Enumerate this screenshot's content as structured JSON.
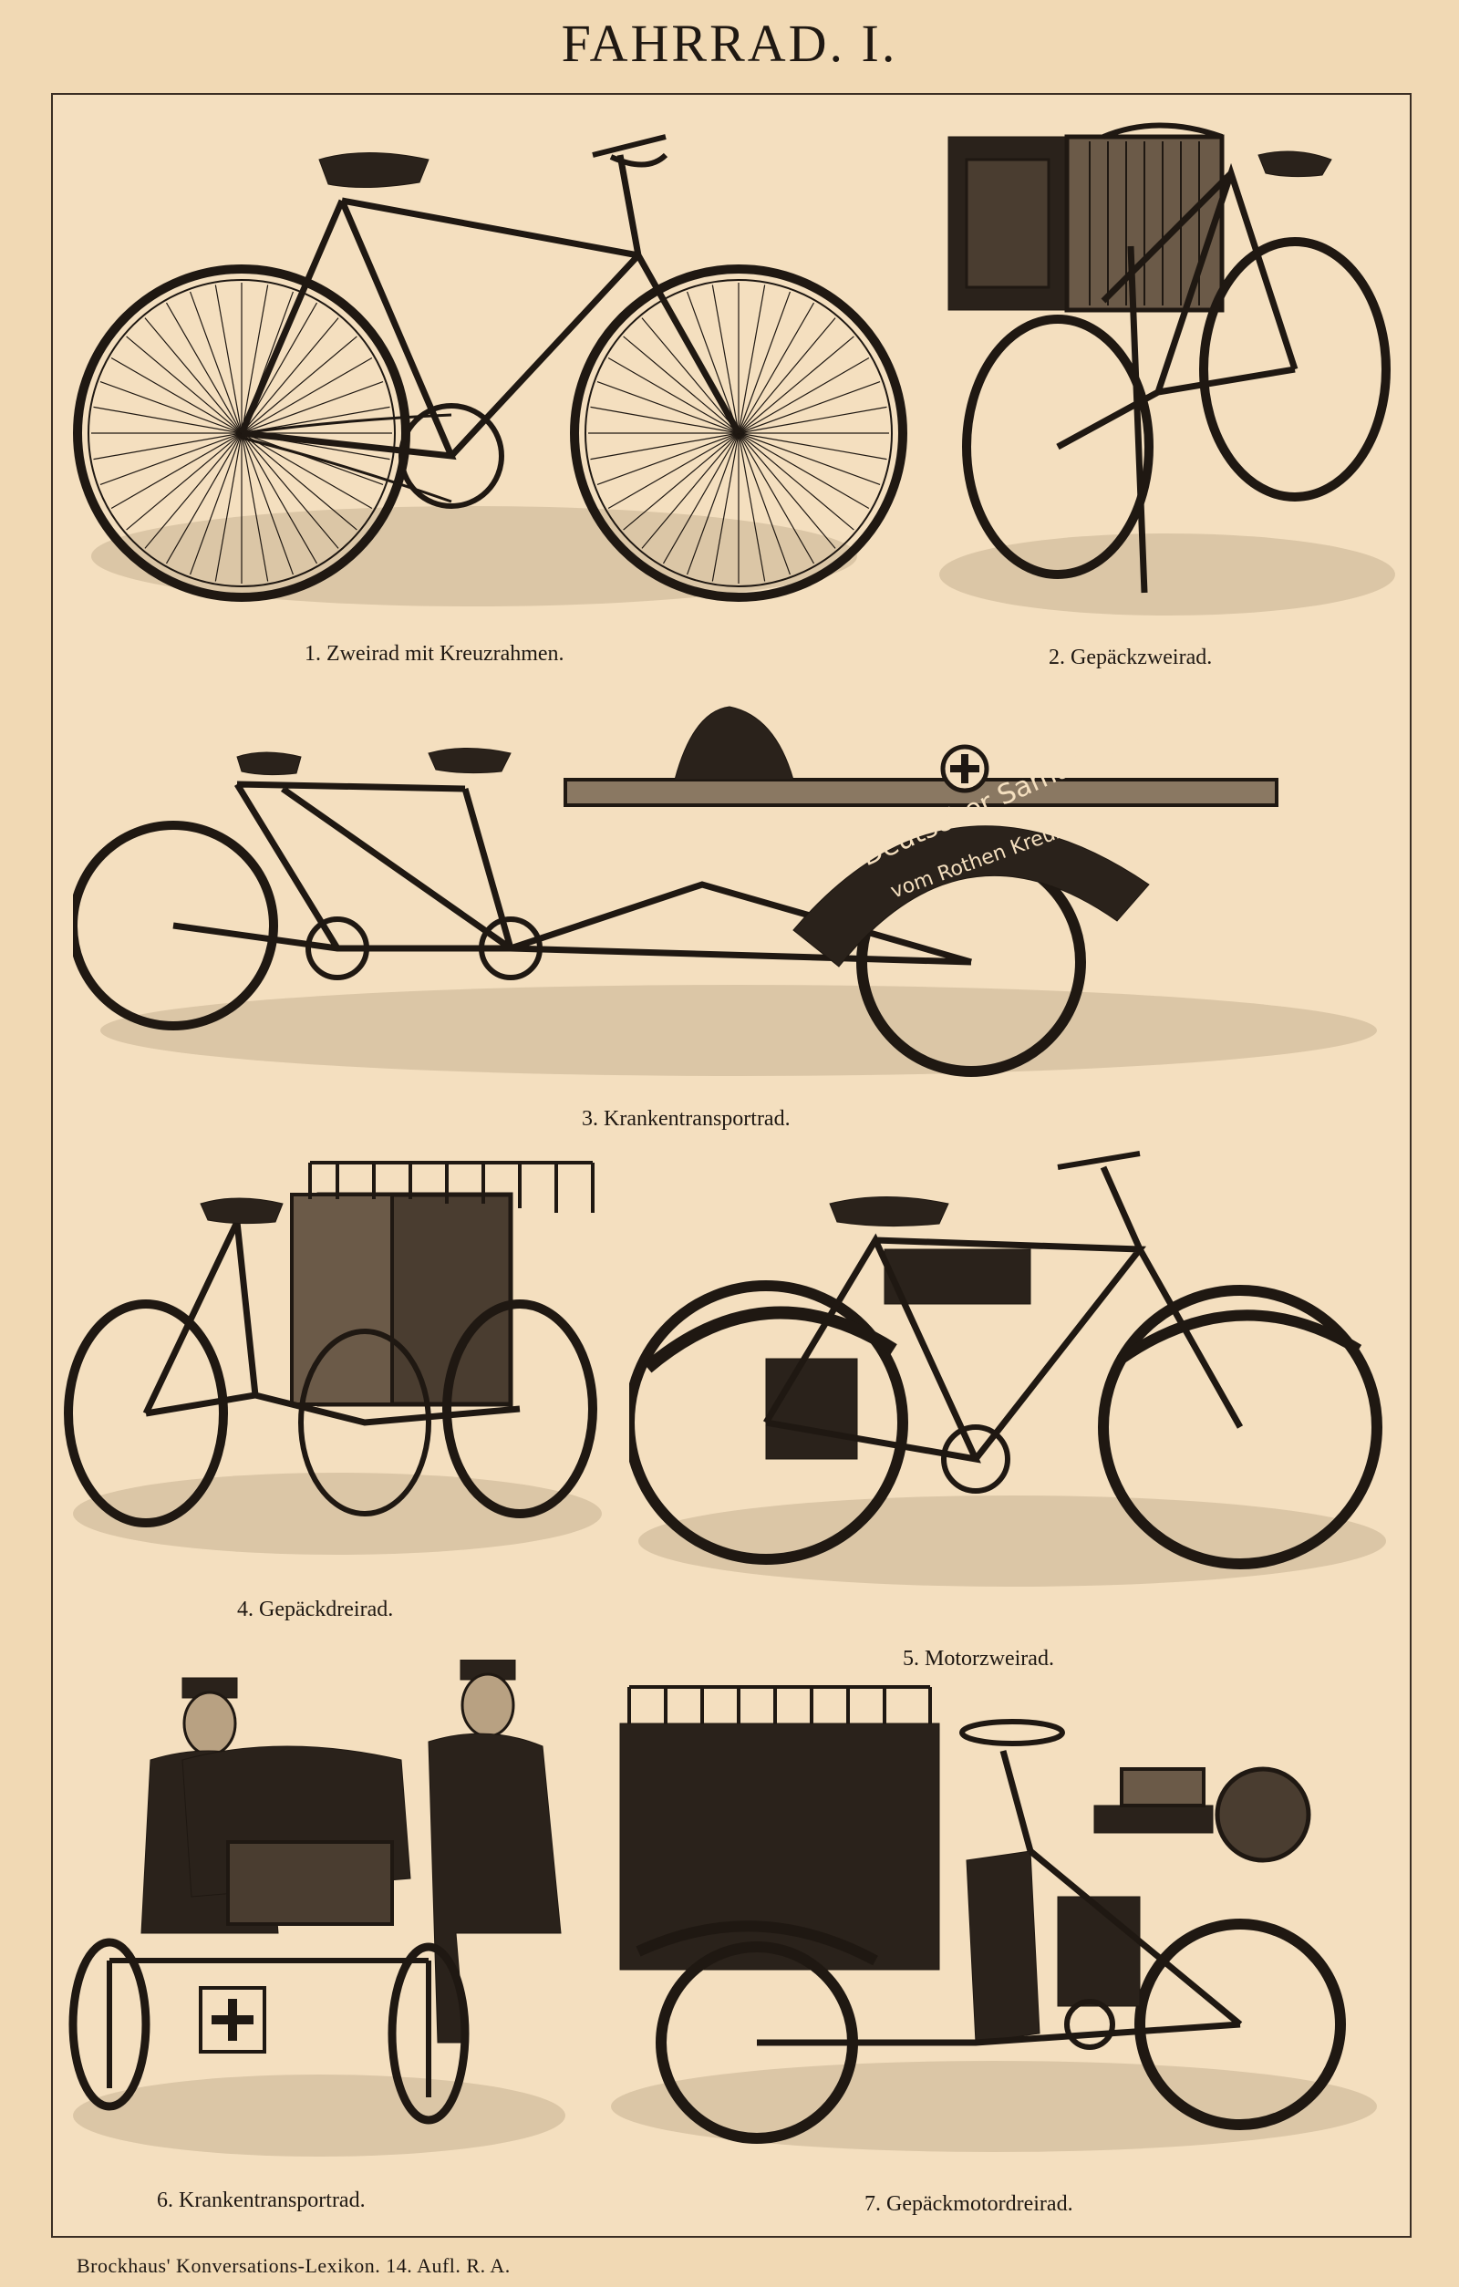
{
  "title": "FAHRRAD. I.",
  "figures": [
    {
      "caption": "1. Zweirad mit Kreuzrahmen."
    },
    {
      "caption": "2. Gepäckzweirad."
    },
    {
      "caption": "3. Krankentransportrad.",
      "emblem_text_1": "Deutscher Samariter-Verein",
      "emblem_text_2": "vom Rothen Kreuz"
    },
    {
      "caption": "4. Gepäckdreirad."
    },
    {
      "caption": "5. Motorzweirad."
    },
    {
      "caption": "6. Krankentransportrad."
    },
    {
      "caption": "7. Gepäckmotordreirad."
    }
  ],
  "footer": "Brockhaus' Konversations-Lexikon. 14. Aufl. R. A.",
  "colors": {
    "paper": "#f1d9b4",
    "ink": "#1f1812"
  }
}
